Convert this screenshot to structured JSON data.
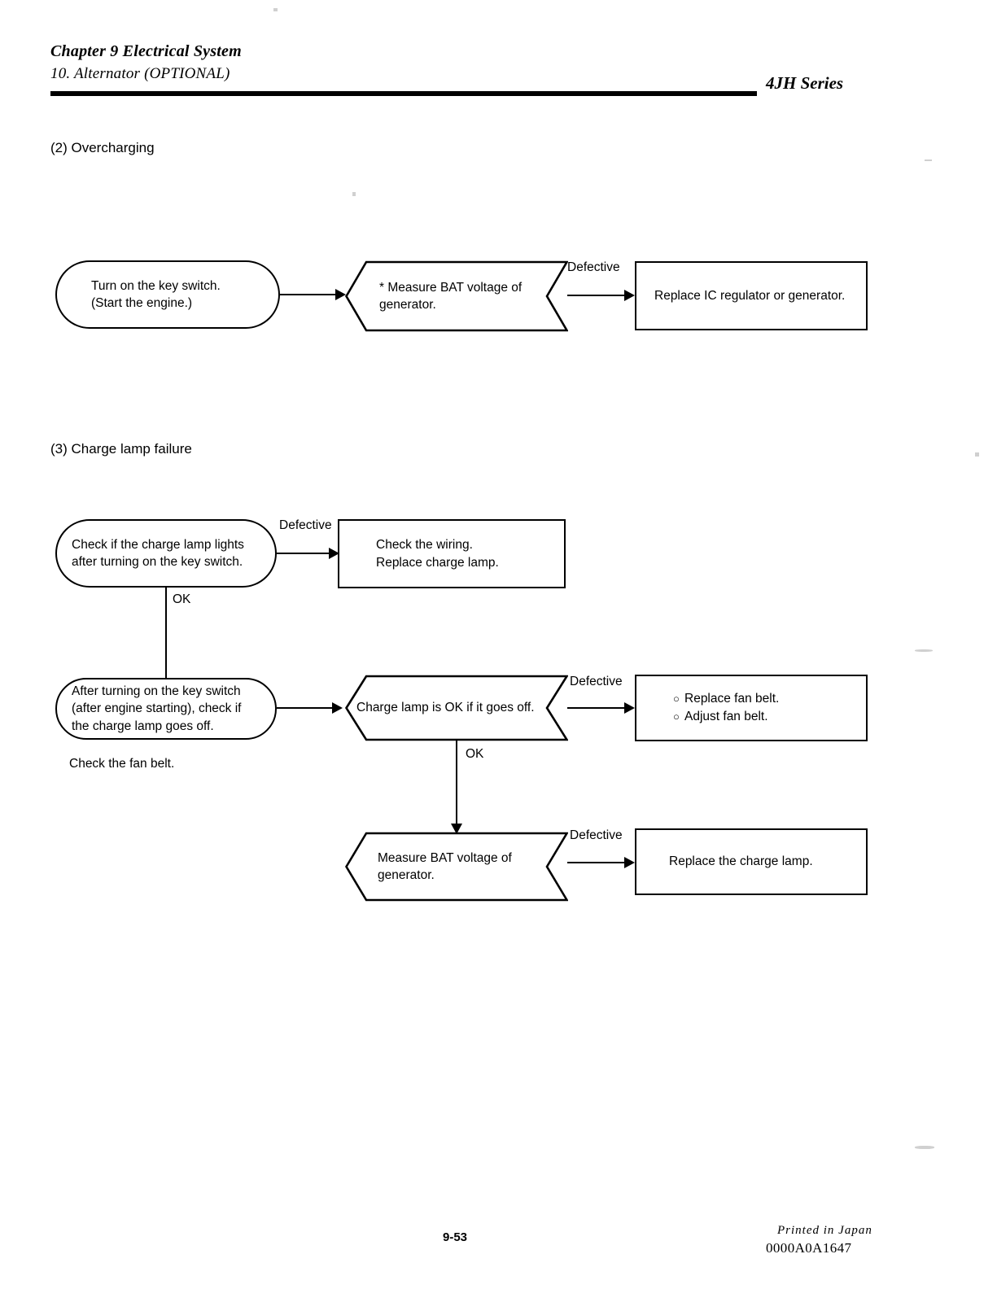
{
  "header": {
    "chapter": "Chapter 9 Electrical System",
    "section": "10.  Alternator (OPTIONAL)",
    "series": "4JH  Series"
  },
  "sections": [
    {
      "heading": "(2) Overcharging",
      "nodes": {
        "start": "Turn on the key switch.\n(Start the engine.)",
        "decision": "* Measure BAT voltage of\ngenerator.",
        "action": "Replace IC regulator or generator."
      },
      "edges": {
        "defective": "Defective"
      }
    },
    {
      "heading": "(3) Charge lamp failure",
      "nodes": {
        "check_lamp_lights": "Check if the charge lamp lights\nafter turning on the key switch.",
        "check_wiring": "Check the wiring.\nReplace charge lamp.",
        "check_lamp_off": "After turning on the key switch\n(after engine starting), check if\nthe charge lamp goes off.",
        "charge_lamp_ok": "Charge lamp is OK if it goes off.",
        "measure_bat": "Measure BAT voltage of\ngenerator.",
        "replace_charge_lamp": "Replace the charge lamp."
      },
      "fan_belt_bullets": [
        {
          "mark": "○",
          "text": "Replace fan belt."
        },
        {
          "mark": "○",
          "text": "Adjust fan belt."
        }
      ],
      "notes": {
        "check_fan_belt": "Check the fan belt."
      },
      "edges": {
        "defective_1": "Defective",
        "ok_1": "OK",
        "defective_2": "Defective",
        "ok_2": "OK",
        "defective_3": "Defective"
      }
    }
  ],
  "footer": {
    "page_number": "9-53",
    "printed_in": "Printed in Japan",
    "doc_code": "0000A0A1647"
  },
  "colors": {
    "ink": "#000000",
    "paper": "#ffffff"
  }
}
